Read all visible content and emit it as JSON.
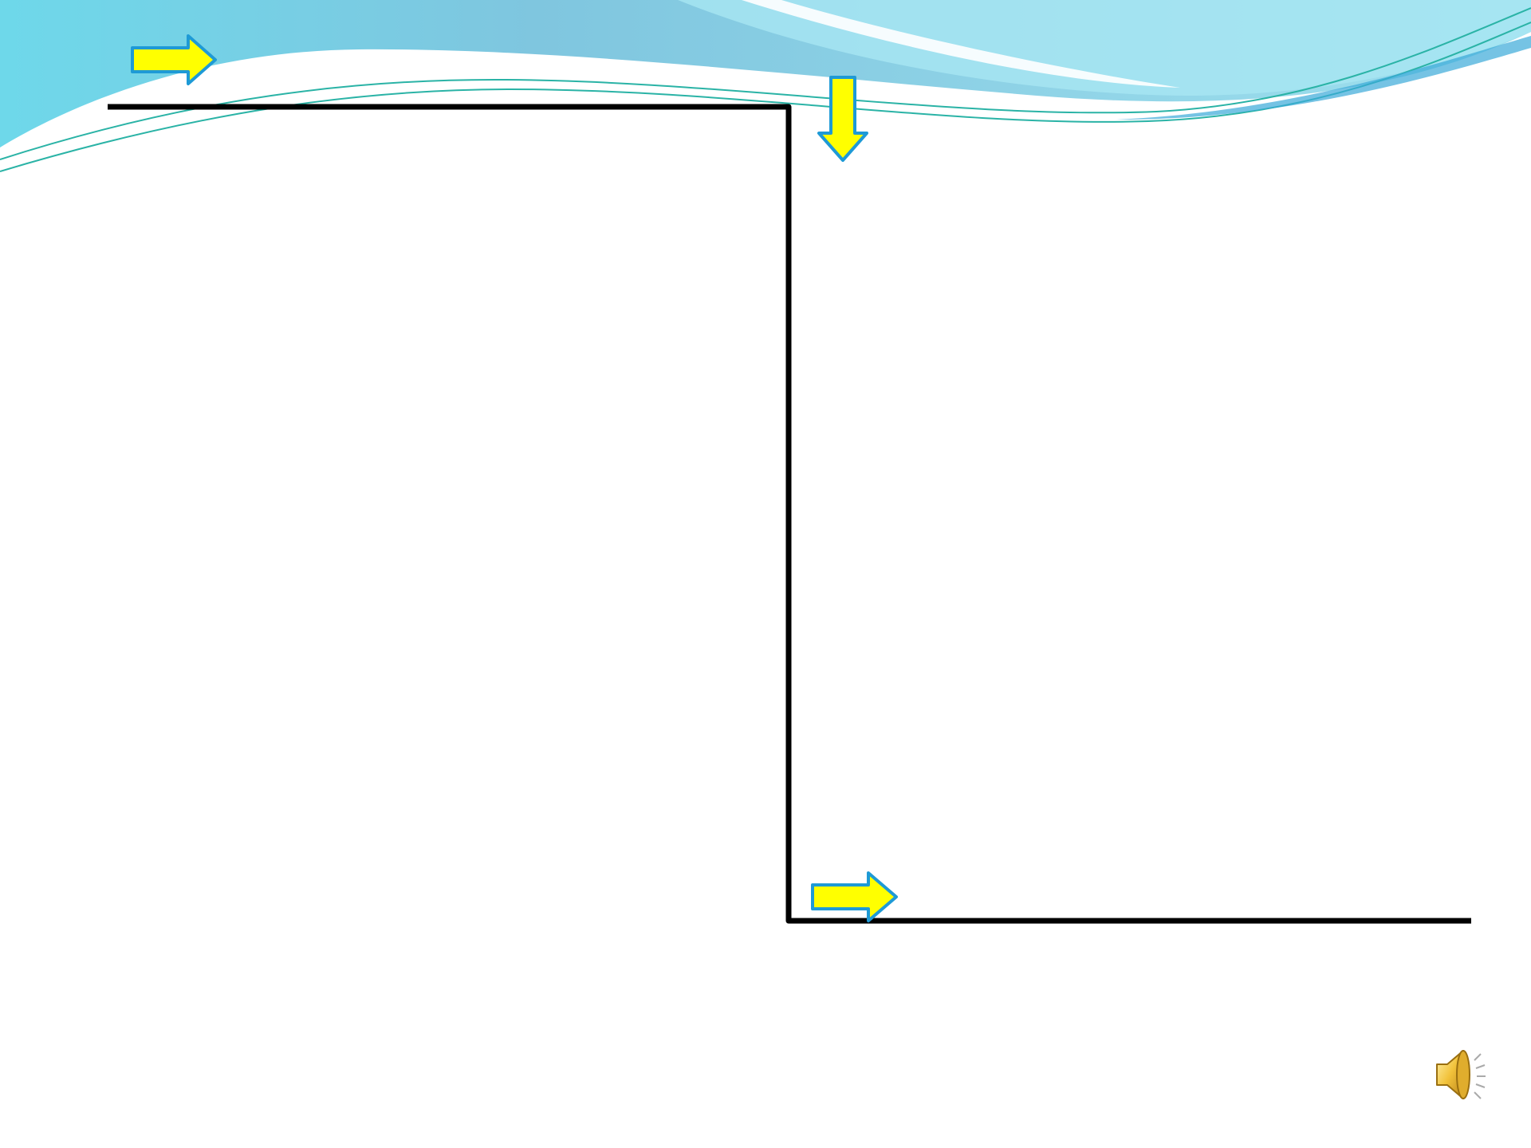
{
  "slide": {
    "theme": {
      "wave_dark": "#5bb7d8",
      "wave_light": "#9fe3f2",
      "wave_line": "#2ab3a6",
      "background": "#ffffff"
    },
    "shapes": {
      "line_color": "#000000",
      "arrow_fill": "#ffff00",
      "arrow_stroke": "#1e9ad6"
    },
    "arrows": [
      {
        "name": "arrow-right-top",
        "direction": "right"
      },
      {
        "name": "arrow-down",
        "direction": "down"
      },
      {
        "name": "arrow-right-bottom",
        "direction": "right"
      }
    ],
    "audio": {
      "icon": "speaker-icon"
    }
  }
}
